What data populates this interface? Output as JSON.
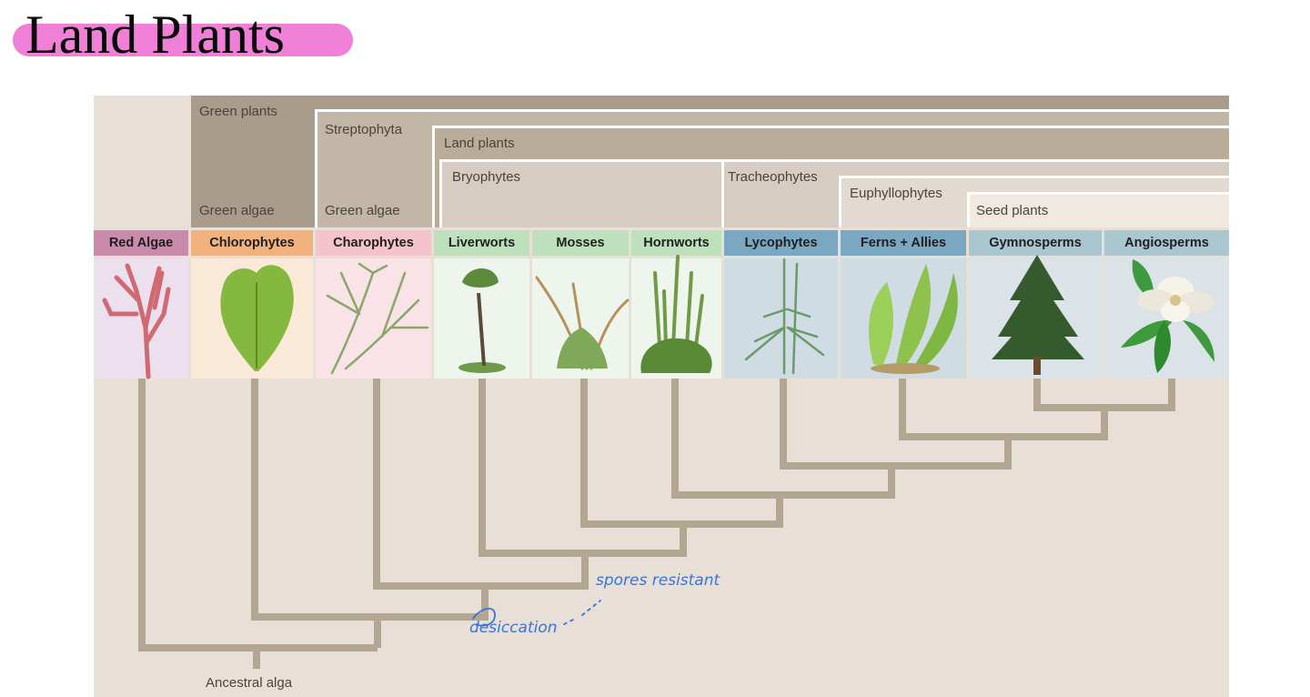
{
  "title": "Land Plants",
  "clades": {
    "green_plants": "Green plants",
    "streptophyta": "Streptophyta",
    "land_plants": "Land plants",
    "bryophytes": "Bryophytes",
    "tracheophytes": "Tracheophytes",
    "euphyllophytes": "Euphyllophytes",
    "seed_plants": "Seed plants",
    "green_algae_1": "Green algae",
    "green_algae_2": "Green algae"
  },
  "groups": [
    {
      "label": "Red Algae",
      "color": "#c98aac"
    },
    {
      "label": "Chlorophytes",
      "color": "#f2b27e"
    },
    {
      "label": "Charophytes",
      "color": "#f4c3cb"
    },
    {
      "label": "Liverworts",
      "color": "#bfe0bd"
    },
    {
      "label": "Mosses",
      "color": "#bfe0bd"
    },
    {
      "label": "Hornworts",
      "color": "#bfe0bd"
    },
    {
      "label": "Lycophytes",
      "color": "#7aa8c2"
    },
    {
      "label": "Ferns + Allies",
      "color": "#7aa8c2"
    },
    {
      "label": "Gymnosperms",
      "color": "#aac6d1"
    },
    {
      "label": "Angiosperms",
      "color": "#aac6d1"
    }
  ],
  "root_label": "Ancestral alga",
  "annotations": {
    "desiccation": "desiccation",
    "spores": "spores resistant"
  }
}
